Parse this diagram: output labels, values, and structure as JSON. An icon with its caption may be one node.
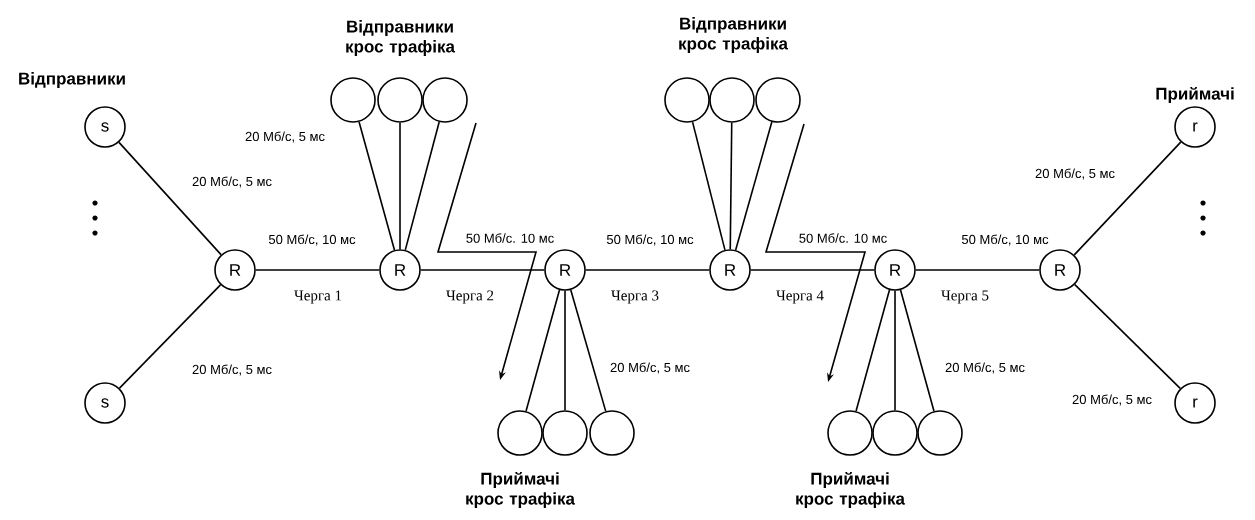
{
  "diagram": {
    "nodes": [
      {
        "text": [
          "s"
        ]
      },
      {
        "text": [
          "s"
        ]
      },
      {
        "text": [
          "R"
        ]
      },
      {
        "text": [
          "R"
        ]
      },
      {
        "text": [
          "R"
        ]
      },
      {
        "text": [
          "R"
        ]
      },
      {
        "text": [
          "R"
        ]
      },
      {
        "text": [
          "R"
        ]
      },
      {
        "text": [
          "r"
        ]
      },
      {
        "text": [
          "r"
        ]
      },
      {
        "text": [],
        "shape": "circle"
      },
      {
        "text": [],
        "shape": "circle"
      },
      {
        "text": [],
        "shape": "circle"
      },
      {
        "text": [],
        "shape": "circle"
      },
      {
        "text": [],
        "shape": "circle"
      },
      {
        "text": [],
        "shape": "circle"
      },
      {
        "text": [],
        "shape": "circle"
      },
      {
        "text": [],
        "shape": "circle"
      },
      {
        "text": [],
        "shape": "circle"
      },
      {
        "text": [],
        "shape": "circle"
      },
      {
        "text": [],
        "shape": "circle"
      },
      {
        "text": [],
        "shape": "circle"
      }
    ],
    "edges": [
      {
        "from": 0,
        "to": 2,
        "arrow": "none",
        "label": "20 Мб/с, 5 мс"
      },
      {
        "from": 1,
        "to": 2,
        "arrow": "none",
        "label": "20 Мб/с, 5 мс"
      },
      {
        "from": 2,
        "to": 3,
        "arrow": "none",
        "label": "50 Мб/с, 10 мс"
      },
      {
        "from": 3,
        "to": 4,
        "arrow": "none",
        "label": "50 Мб/с. 10 мс"
      },
      {
        "from": 4,
        "to": 5,
        "arrow": "none",
        "label": "50 Мб/с, 10 мс"
      },
      {
        "from": 5,
        "to": 6,
        "arrow": "none",
        "label": "50 Мб/с. 10 мс"
      },
      {
        "from": 6,
        "to": 7,
        "arrow": "none",
        "label": "50 Мб/с, 10 мс"
      },
      {
        "from": 7,
        "to": 8,
        "arrow": "none",
        "label": "20 Мб/с, 5 мс"
      },
      {
        "from": 7,
        "to": 9,
        "arrow": "none",
        "label": "20 Мб/с, 5 мс"
      },
      {
        "from": 10,
        "to": 3,
        "arrow": "none",
        "label": "20 Мб/с, 5 мс"
      },
      {
        "from": 11,
        "to": 3,
        "arrow": "none"
      },
      {
        "from": 12,
        "to": 3,
        "arrow": "none"
      },
      {
        "from": 13,
        "to": 5,
        "arrow": "none"
      },
      {
        "from": 14,
        "to": 5,
        "arrow": "none"
      },
      {
        "from": 15,
        "to": 5,
        "arrow": "none"
      },
      {
        "from": 4,
        "to": 16,
        "arrow": "none"
      },
      {
        "from": 4,
        "to": 17,
        "arrow": "none"
      },
      {
        "from": 4,
        "to": 18,
        "arrow": "none",
        "label": "20 Мб/с, 5 мс"
      },
      {
        "from": 6,
        "to": 19,
        "arrow": "none"
      },
      {
        "from": 6,
        "to": 20,
        "arrow": "none"
      },
      {
        "from": 6,
        "to": 21,
        "arrow": "none",
        "label": "20 Мб/с, 5 мс"
      }
    ],
    "labels": [
      "Відправники",
      "Відправники крос трафіка",
      "Відправники крос трафіка",
      "Приймачі",
      "Приймачі крос трафіка",
      "Приймачі крос трафіка",
      "Черга 1",
      "Черга 2",
      "Черга 3",
      "Черга 4",
      "Черга 5"
    ]
  }
}
